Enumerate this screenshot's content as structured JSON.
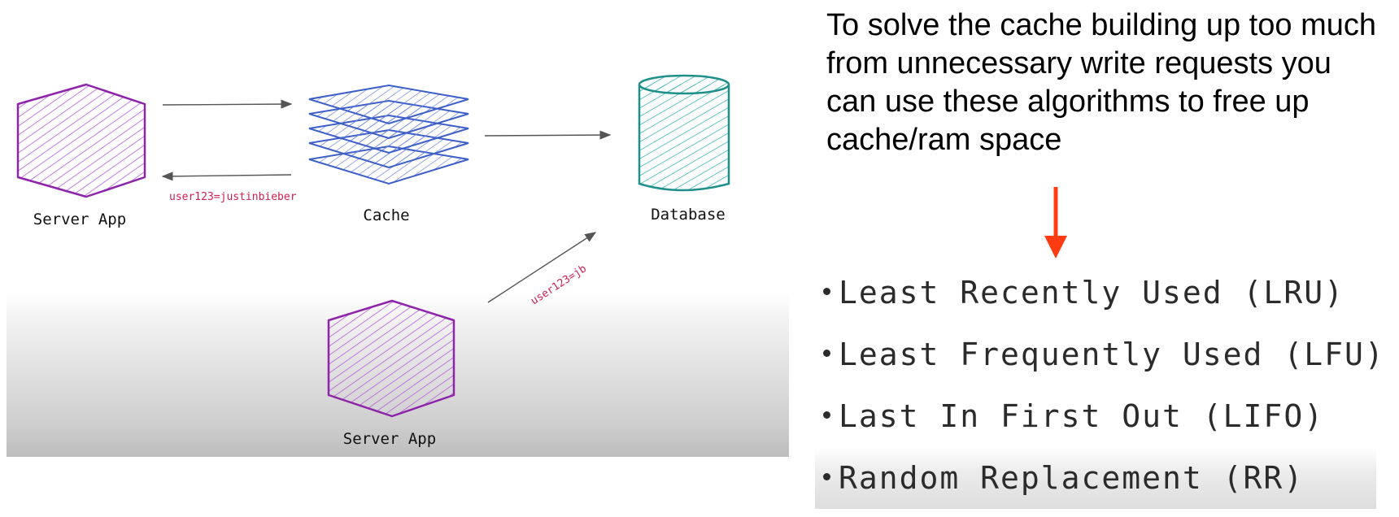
{
  "diagram": {
    "nodes": {
      "server_app_top": "Server App",
      "cache": "Cache",
      "database": "Database",
      "server_app_bottom": "Server App"
    },
    "edge_labels": {
      "cache_to_server": "user123=justinbieber",
      "server_to_database": "user123=jb"
    },
    "colors": {
      "server_app": "#a02fc0",
      "cache": "#3d5fc7",
      "database": "#1f9a96",
      "edge_label": "#cc1f4f",
      "arrow": "#555555"
    }
  },
  "caption": "To solve the cache building up too much from unnecessary write requests you can use these algorithms to free up cache/ram space",
  "down_arrow": {
    "icon": "down-arrow-icon",
    "color": "#ff3b12"
  },
  "algorithms": [
    "Least Recently Used (LRU)",
    "Least Frequently Used (LFU)",
    "Last In First Out (LIFO)",
    "Random Replacement (RR)"
  ]
}
